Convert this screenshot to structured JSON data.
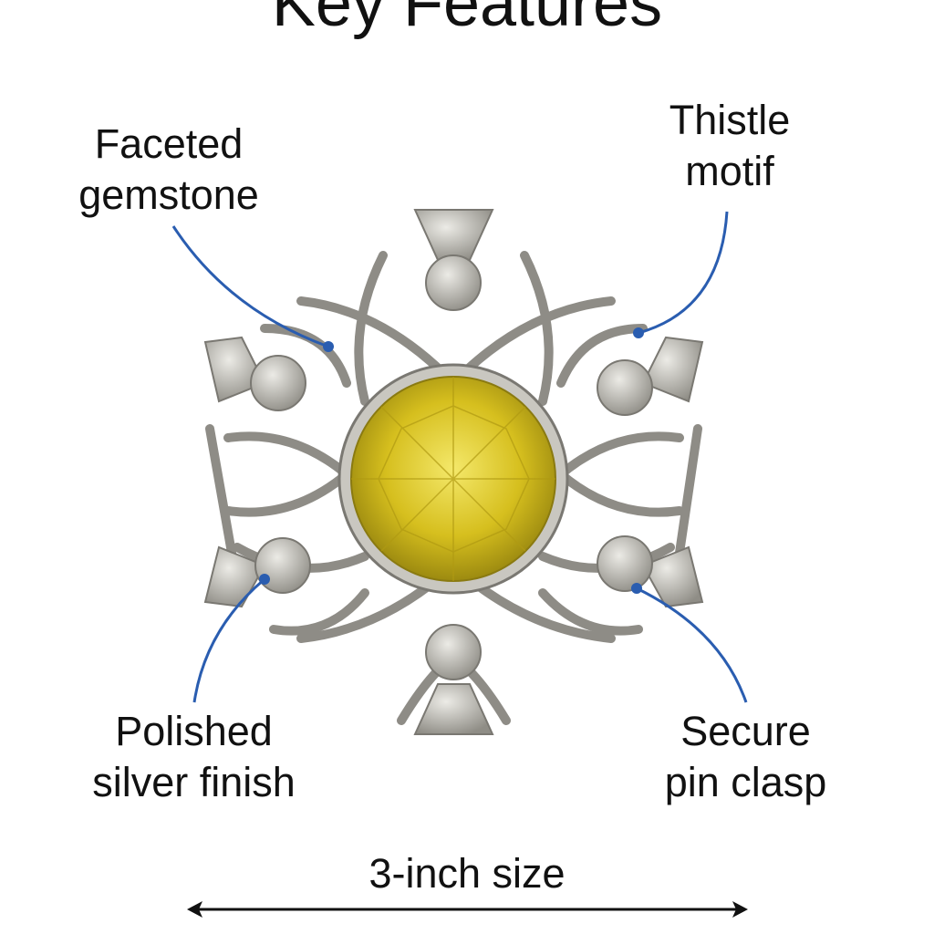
{
  "title": "Key Features",
  "labels": {
    "faceted_gemstone": [
      "Faceted",
      "gemstone"
    ],
    "thistle_motif": [
      "Thistle",
      "motif"
    ],
    "polished_finish": [
      "Polished",
      "silver finish"
    ],
    "secure_clasp": [
      "Secure",
      "pin clasp"
    ]
  },
  "size_label": "3-inch size",
  "colors": {
    "leader": "#2a5db0",
    "gem": "#d8c21a",
    "silver": "#b9b7b0"
  }
}
